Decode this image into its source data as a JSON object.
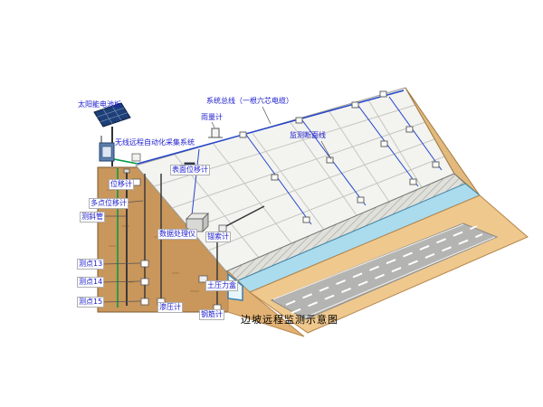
{
  "caption": "边坡远程监测示意图",
  "labels": {
    "solar_panel": "太阳能电池板",
    "system_bus": "系统总线（一根六芯电缆）",
    "rain_gauge": "雨量计",
    "monitoring_section_line": "监测断面线",
    "wireless_system": "无线远程自动化采集系统",
    "surface_displacement": "表面位移计",
    "displacement_meter": "位移计",
    "multipoint_displacement": "多点位移计",
    "inclinometer_tube": "测斜管",
    "data_processor": "数据处理仪",
    "anchor_cable_meter": "锚索计",
    "point_13": "测点13",
    "point_14": "测点14",
    "point_15": "测点15",
    "earth_pressure_cell": "土压力盒",
    "seepage_meter": "渗压计",
    "rebar_meter": "钢筋计"
  },
  "colors": {
    "slope_face": "#f3f3f0",
    "ground": "#efc88e",
    "ground_front": "#e2b274",
    "soil_section": "#c9965b",
    "channel": "#aadcee",
    "road": "#b4b4b2",
    "wall": "#e0e0da",
    "cable_bus": "#2244cc",
    "cable_ground": "#009944",
    "solar_panel": "#1e3f77",
    "label_text": "#1a1acc"
  }
}
